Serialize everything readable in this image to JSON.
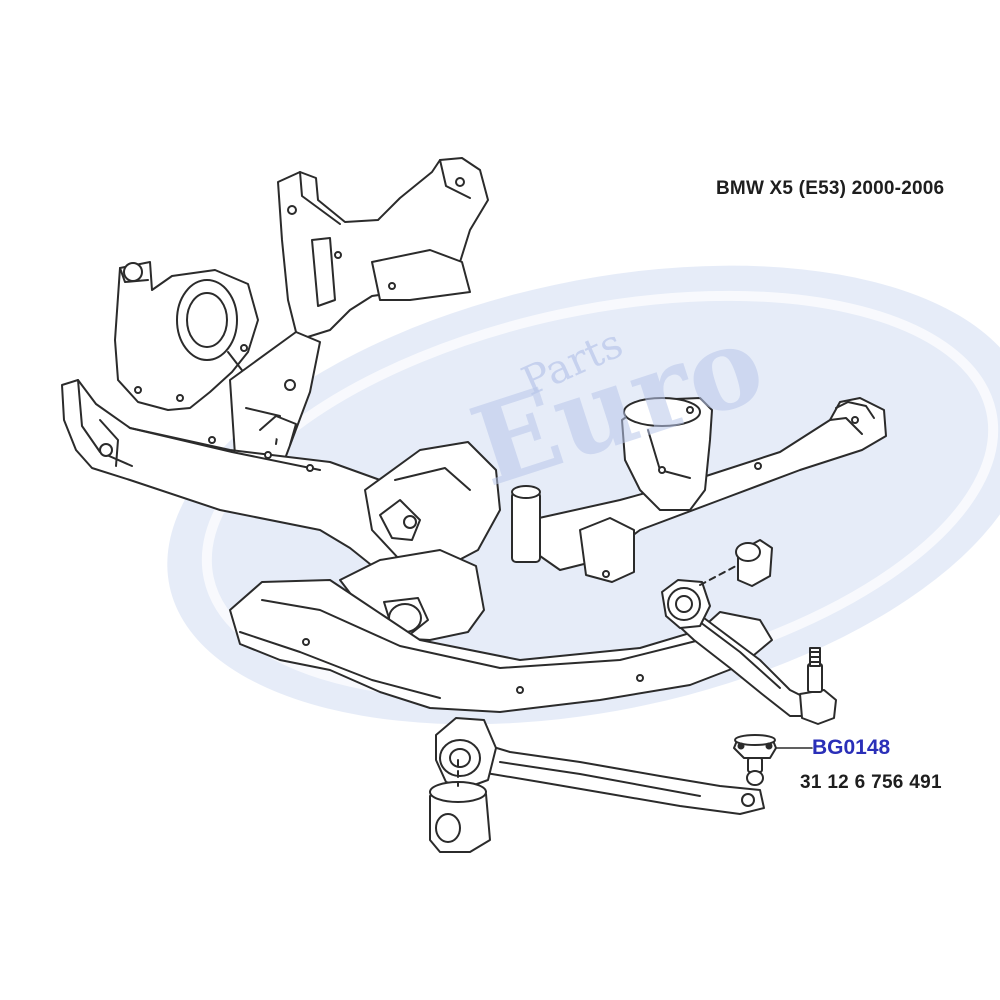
{
  "title": "BMW X5 (E53)  2000-2006",
  "watermark": {
    "top_word": "Parts",
    "main_word": "Euro",
    "color": "#c9d5f1"
  },
  "callout": {
    "part_code": "BG0148",
    "part_code_color": "#2a2fb8",
    "oem_number": "31 12 6 756 491"
  },
  "drawing": {
    "line_color": "#2b2b2b",
    "fill_color": "#ffffff"
  }
}
